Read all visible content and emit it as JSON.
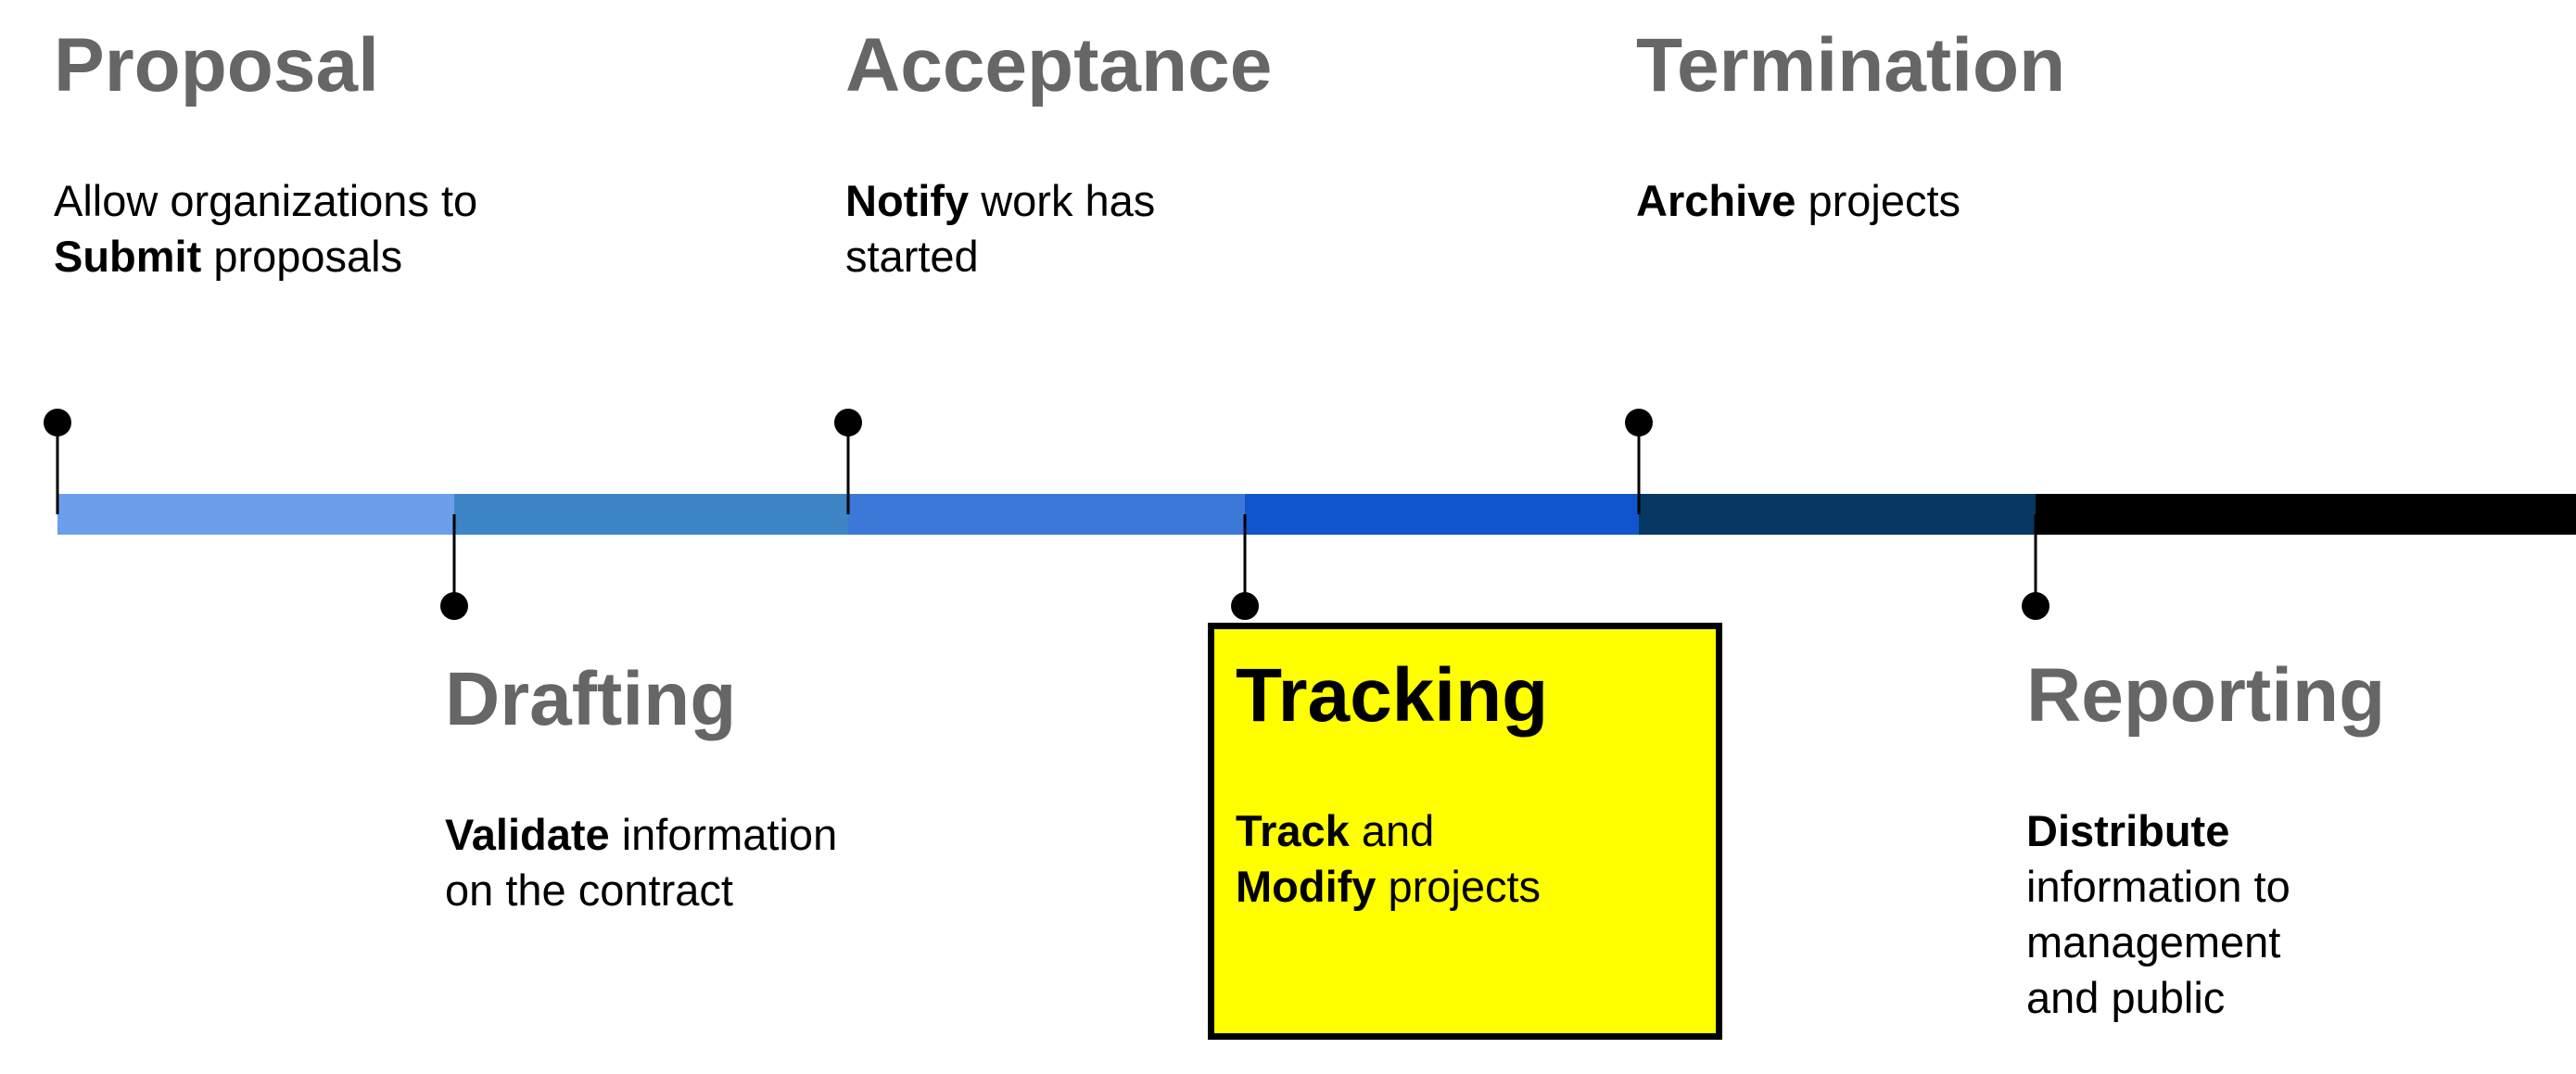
{
  "timeline": {
    "segments": [
      {
        "color": "#6d9eeb"
      },
      {
        "color": "#3d85c6"
      },
      {
        "color": "#3c78d8"
      },
      {
        "color": "#1155cc"
      },
      {
        "color": "#073763"
      },
      {
        "color": "#000000"
      }
    ],
    "marker_color": "#000000"
  },
  "stages": {
    "proposal": {
      "title": "Proposal",
      "line1_plain": "Allow organizations to",
      "line2_bold": "Submit",
      "line2_plain": " proposals"
    },
    "drafting": {
      "title": "Drafting",
      "line1_bold": "Validate",
      "line1_plain": " information",
      "line2_plain": "on the contract"
    },
    "acceptance": {
      "title": "Acceptance",
      "line1_bold": "Notify",
      "line1_plain": " work has",
      "line2_plain": "started"
    },
    "tracking": {
      "title": "Tracking",
      "line1_bold": "Track",
      "line1_plain": " and",
      "line2_bold": "Modify",
      "line2_plain": " projects",
      "highlight_color": "#ffff00"
    },
    "termination": {
      "title": "Termination",
      "line1_bold": "Archive",
      "line1_plain": " projects"
    },
    "reporting": {
      "title": "Reporting",
      "line1_bold": "Distribute",
      "line2_plain": "information to",
      "line3_plain": "management",
      "line4_plain": "and public"
    }
  }
}
